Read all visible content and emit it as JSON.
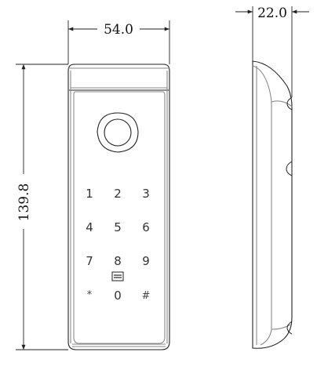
{
  "dimensions": {
    "width_front": "54.0",
    "height_front": "139.8",
    "depth_side": "22.0"
  },
  "keypad": {
    "rows": [
      [
        "1",
        "2",
        "3"
      ],
      [
        "4",
        "5",
        "6"
      ],
      [
        "7",
        "8",
        "9"
      ],
      [
        "*",
        "0",
        "#"
      ]
    ]
  },
  "icons": {
    "fingerprint": "fingerprint-sensor-icon",
    "card": "card-reader-icon"
  },
  "colors": {
    "line": "#222222",
    "light_line": "#8a8a8a"
  }
}
